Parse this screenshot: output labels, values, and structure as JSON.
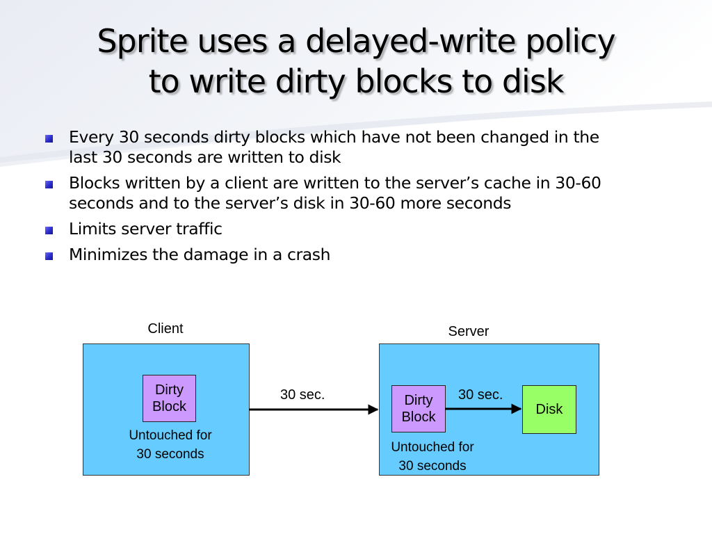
{
  "slide": {
    "title_lines": [
      "Sprite uses a delayed-write policy",
      "to write dirty blocks to disk"
    ],
    "bullets": [
      {
        "lines": [
          "Every 30 seconds dirty blocks which have not been changed in the",
          "last 30 seconds are written to disk"
        ]
      },
      {
        "lines": [
          "Blocks written by a client are written to the server’s cache in 30-60",
          "seconds and to the server’s disk in 30-60 more seconds"
        ]
      },
      {
        "lines": [
          "Limits server traffic"
        ]
      },
      {
        "lines": [
          "Minimizes the damage in a crash"
        ]
      }
    ],
    "colors": {
      "bullet": "#2c2ccc",
      "panel": "#66ccff",
      "dirty_block": "#cc99ff",
      "disk": "#99ff66"
    }
  },
  "diagram": {
    "client": {
      "label": "Client",
      "block_lines": [
        "Dirty",
        "Block"
      ],
      "caption_lines": [
        "Untouched for",
        "30 seconds"
      ]
    },
    "server": {
      "label": "Server",
      "block_lines": [
        "Dirty",
        "Block"
      ],
      "caption_lines": [
        "Untouched for",
        "30 seconds"
      ],
      "disk_label": "Disk"
    },
    "edges": [
      {
        "from": "client.dirty_block",
        "to": "server.dirty_block",
        "label": "30 sec."
      },
      {
        "from": "server.dirty_block",
        "to": "server.disk",
        "label": "30 sec."
      }
    ]
  }
}
